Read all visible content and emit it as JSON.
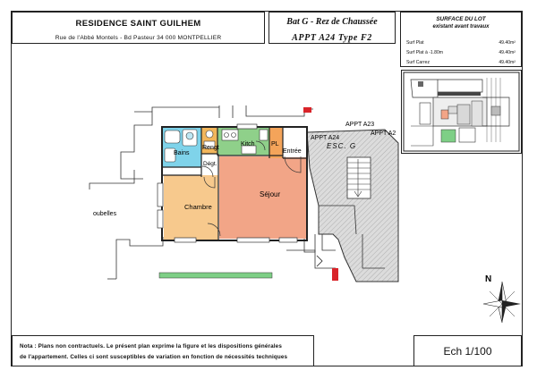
{
  "residence": {
    "name": "RESIDENCE SAINT GUILHEM",
    "address": "Rue de l'Abbé Montels - Bd Pasteur 34 000 MONTPELLIER"
  },
  "lot": {
    "location": "Bat G - Rez de Chaussée",
    "apartment": "APPT A24 Type F2"
  },
  "surface": {
    "title": "SURFACE DU LOT",
    "subtitle": "existant avant travaux",
    "rows": [
      {
        "label": "Surf Plat",
        "value": "49.40m²"
      },
      {
        "label": "Surf Plat à -1.80m",
        "value": "49.40m²"
      },
      {
        "label": "Surf Carrez",
        "value": "49.40m²"
      }
    ]
  },
  "rooms": {
    "bains": "Bains",
    "rangt": "Rengt",
    "kitch": "Kitch",
    "pl": "PL",
    "entree": "Entrée",
    "degt": "Dégt.",
    "chambre": "Chambre",
    "sejour": "Séjour"
  },
  "labels": {
    "appt_a23_top": "APPT A23",
    "appt_a23_mid": "APPT A2",
    "appt_a24": "APPT A24",
    "stair": "ESC. G",
    "poubelles": "oubelles"
  },
  "compass": {
    "north": "N"
  },
  "note": {
    "line1": "Nota : Plans non contractuels. Le présent plan exprime la figure et les dispositions générales",
    "line2": "de l'appartement. Celles ci sont susceptibles de variation en fonction de nécessités techniques"
  },
  "scale": "Ech 1/100",
  "colors": {
    "sejour": "#f2a587",
    "chambre": "#f7c98d",
    "bains": "#7fd3ea",
    "kitchen": "#8fd08a",
    "rangt": "#f2b65c",
    "pl": "#f4a45a",
    "stair": "#d0d0d0",
    "garden": "#7ecf86",
    "marker": "#d9242a"
  }
}
